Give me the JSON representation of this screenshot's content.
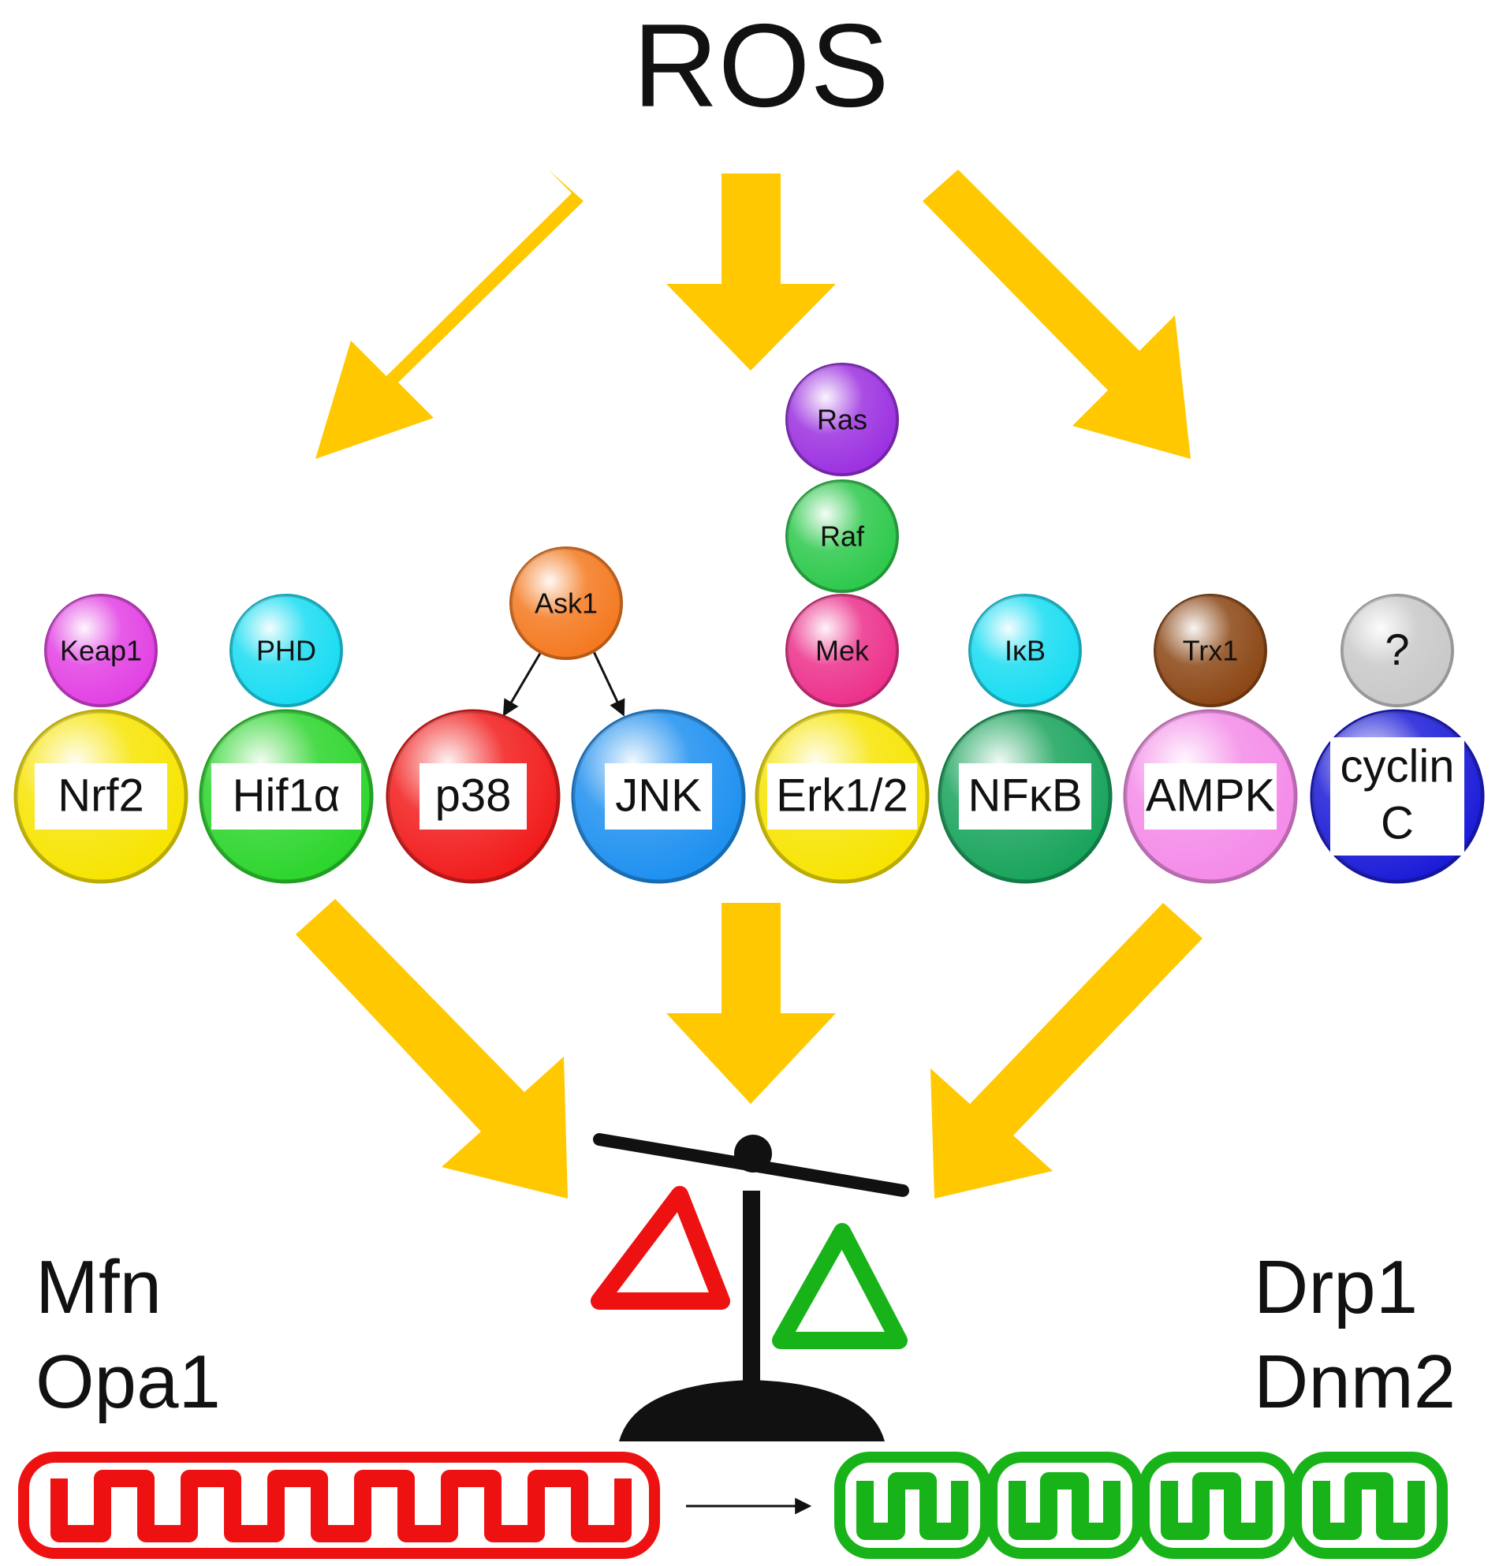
{
  "title": "ROS",
  "factors": [
    {
      "label": "Nrf2",
      "color": "#f7e400",
      "regulator": {
        "label": "Keap1",
        "color": "#e23fe3"
      }
    },
    {
      "label": "Hif1α",
      "color": "#2bd52b",
      "regulator": {
        "label": "PHD",
        "color": "#17dcf2"
      }
    },
    {
      "label": "p38",
      "color": "#f21a1a",
      "regulator": null
    },
    {
      "label": "JNK",
      "color": "#1c8ff0",
      "regulator": null
    },
    {
      "label": "Erk1/2",
      "color": "#f7e400",
      "regulator": {
        "label": "Mek",
        "color": "#ec2f8a"
      }
    },
    {
      "label": "NFκB",
      "color": "#17a35a",
      "regulator": {
        "label": "IκB",
        "color": "#17dcf2"
      }
    },
    {
      "label": "AMPK",
      "color": "#f48ae8",
      "regulator": {
        "label": "Trx1",
        "color": "#8b4513"
      }
    },
    {
      "label_lines": [
        "cyclin",
        "C"
      ],
      "color": "#1a1ad8",
      "regulator": {
        "label": "?",
        "color": "#c8c8c8"
      }
    }
  ],
  "upstream": {
    "ask1": {
      "label": "Ask1",
      "color": "#f4781e",
      "targets": [
        "p38",
        "JNK"
      ]
    },
    "erk_chain": [
      {
        "label": "Ras",
        "color": "#9b2fe0"
      },
      {
        "label": "Raf",
        "color": "#2bc84a"
      }
    ]
  },
  "fusion": {
    "proteins": [
      "Mfn",
      "Opa1"
    ],
    "color": "#ee1111"
  },
  "fission": {
    "proteins": [
      "Drp1",
      "Dnm2"
    ],
    "color": "#18b318"
  },
  "arrow_color": "#ffc800"
}
